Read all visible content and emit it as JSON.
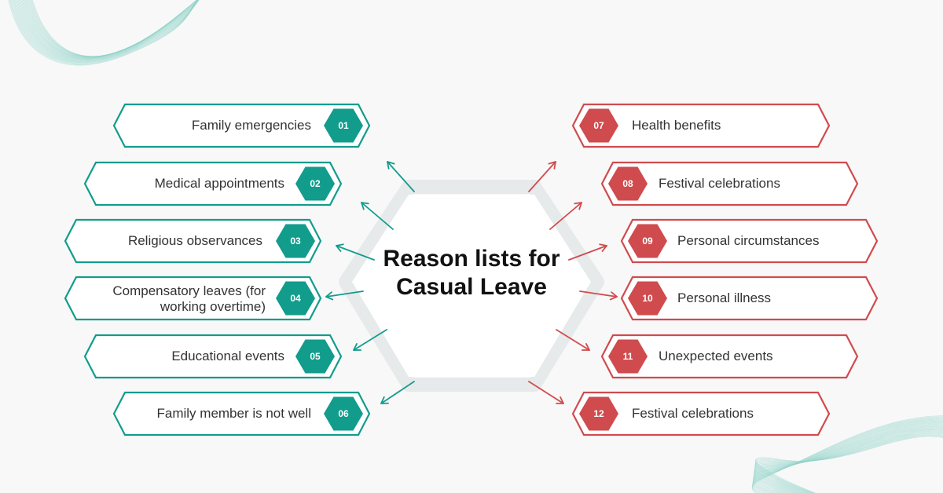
{
  "center": {
    "title": "Reason lists for Casual Leave"
  },
  "colors": {
    "left": "#129c8c",
    "right": "#d04b4e",
    "hex_bg": "#e7eaea"
  },
  "left_items": [
    {
      "num": "01",
      "label": "Family emergencies"
    },
    {
      "num": "02",
      "label": "Medical appointments"
    },
    {
      "num": "03",
      "label": "Religious observances"
    },
    {
      "num": "04",
      "label": "Compensatory leaves (for working overtime)"
    },
    {
      "num": "05",
      "label": "Educational events"
    },
    {
      "num": "06",
      "label": "Family member is not well"
    }
  ],
  "right_items": [
    {
      "num": "07",
      "label": "Health benefits"
    },
    {
      "num": "08",
      "label": "Festival celebrations"
    },
    {
      "num": "09",
      "label": "Personal circumstances"
    },
    {
      "num": "10",
      "label": "Personal illness"
    },
    {
      "num": "11",
      "label": "Unexpected events"
    },
    {
      "num": "12",
      "label": "Festival celebrations"
    }
  ]
}
